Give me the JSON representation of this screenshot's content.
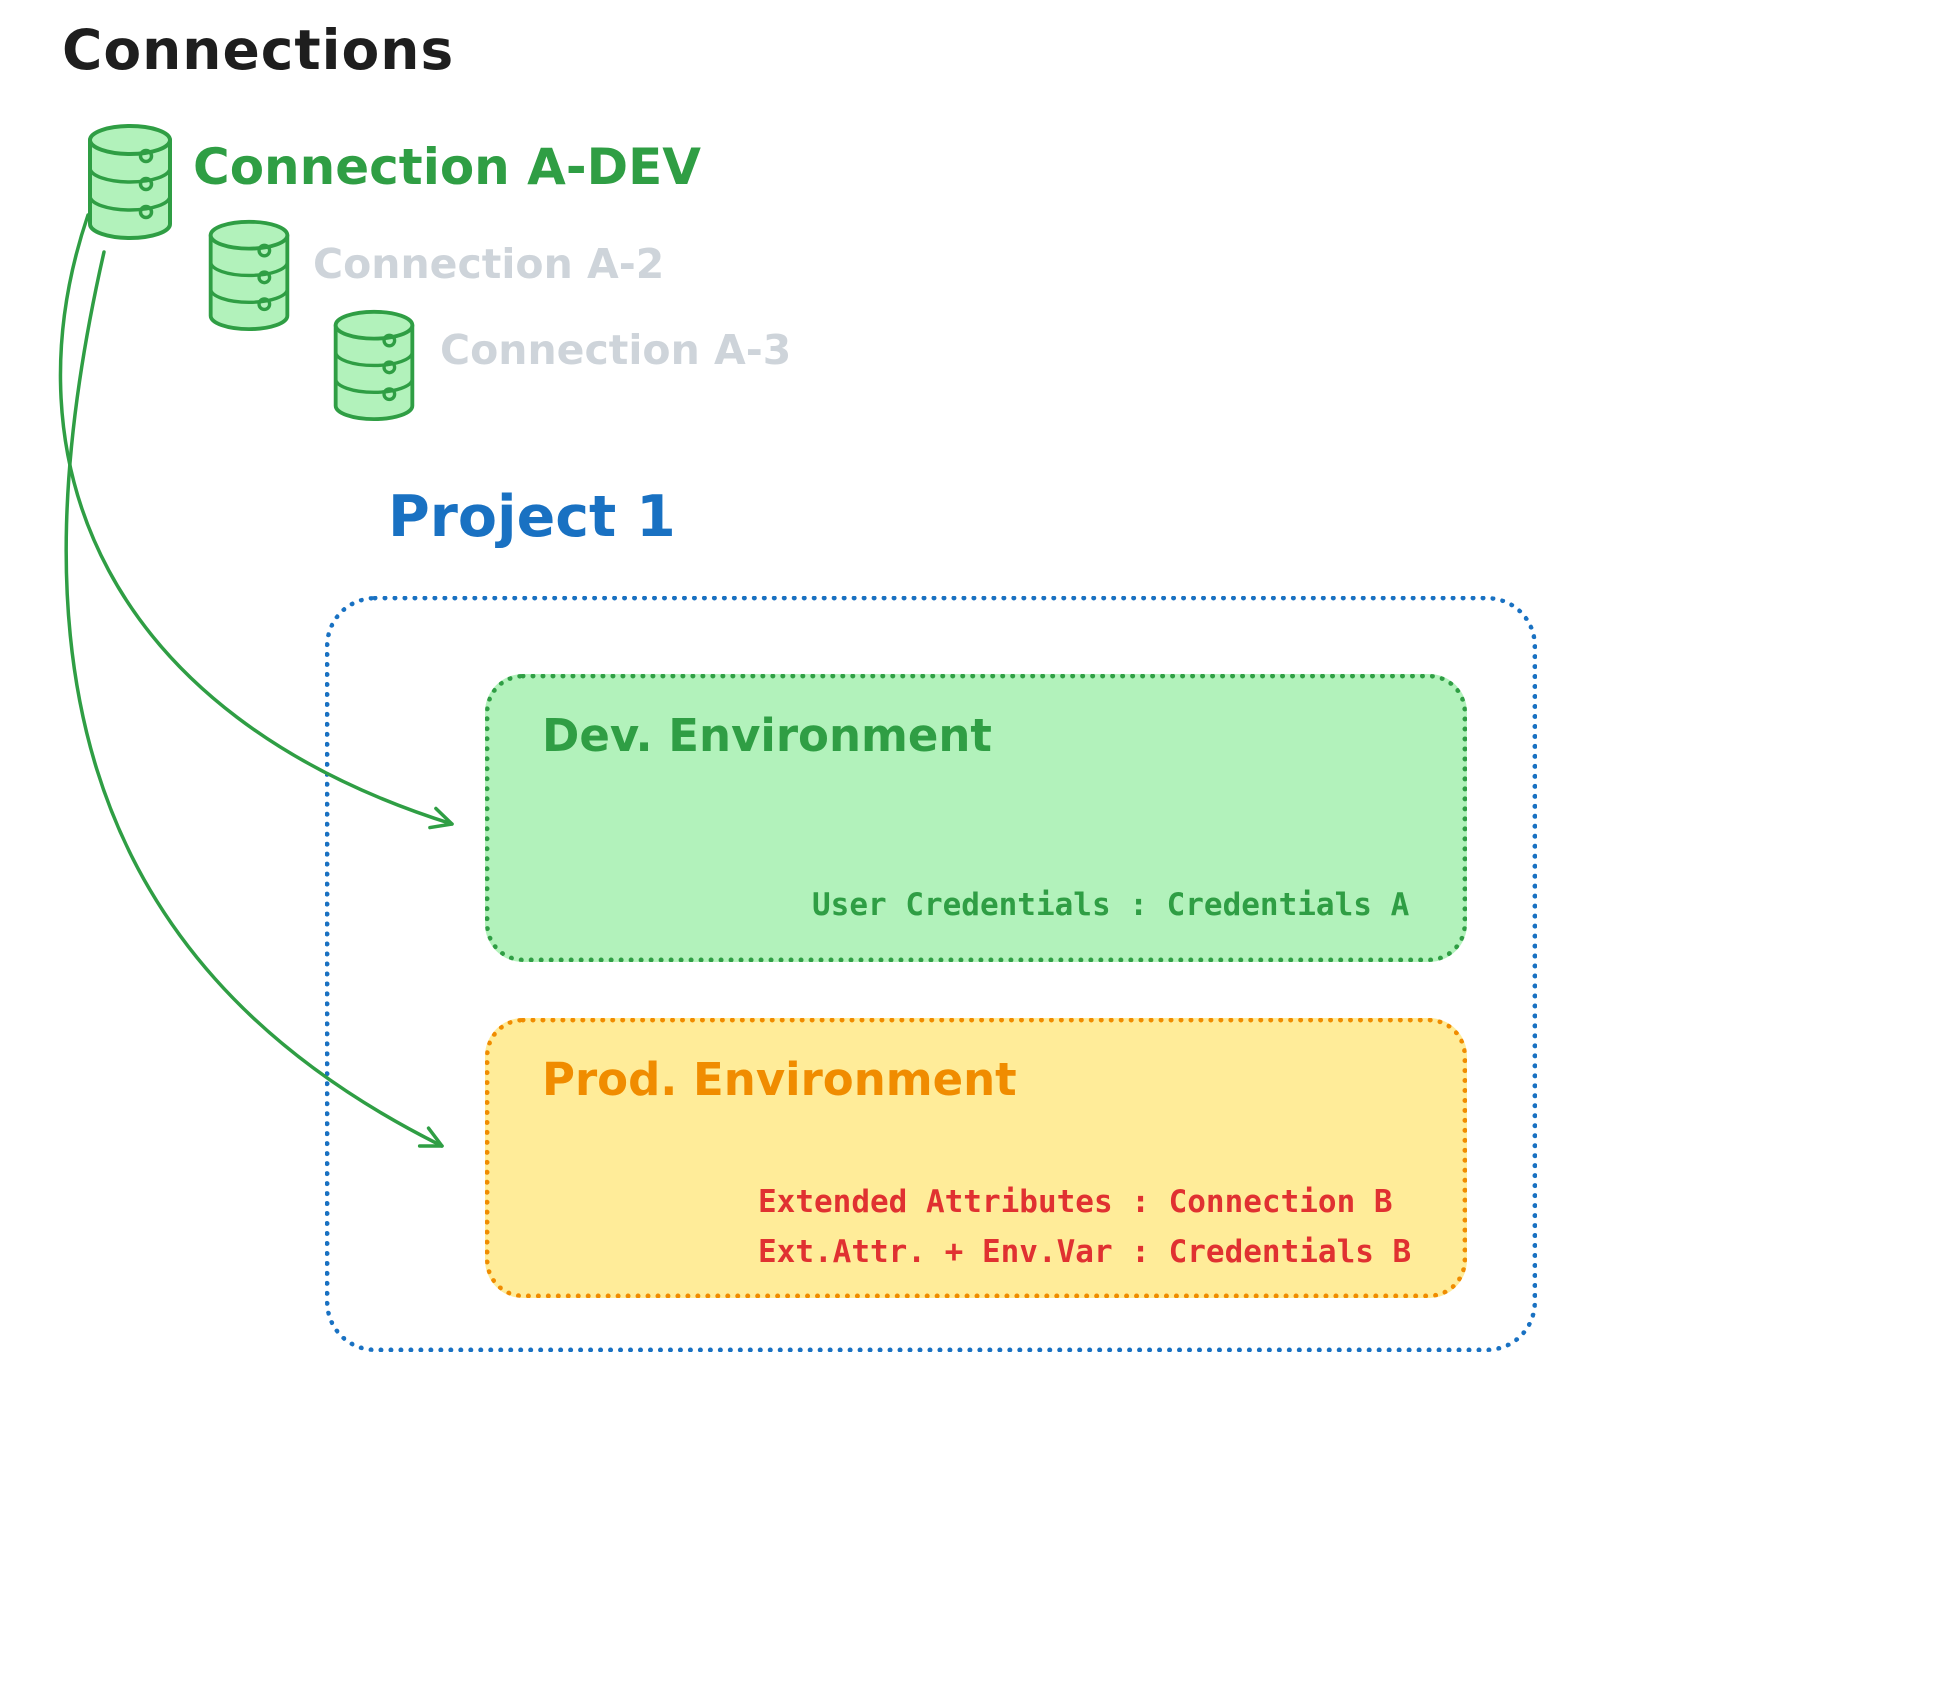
{
  "title": "Connections",
  "connections": [
    {
      "label": "Connection A-DEV",
      "state": "active"
    },
    {
      "label": "Connection A-2",
      "state": "inactive"
    },
    {
      "label": "Connection A-3",
      "state": "inactive"
    }
  ],
  "project": {
    "title": "Project 1",
    "dev": {
      "title": "Dev. Environment",
      "line1": "User Credentials : Credentials A"
    },
    "prod": {
      "title": "Prod. Environment",
      "line1": "Extended Attributes : Connection B",
      "line2": "Ext.Attr. + Env.Var : Credentials B"
    }
  },
  "icons": {
    "connection": "database-icon"
  },
  "colors": {
    "black": "#1e1e1e",
    "green": "#2f9e44",
    "light_green": "#b2f2bb",
    "gray": "#ced4da",
    "blue": "#1971c2",
    "orange": "#f08c00",
    "light_yellow": "#ffec99",
    "red": "#e03131"
  }
}
